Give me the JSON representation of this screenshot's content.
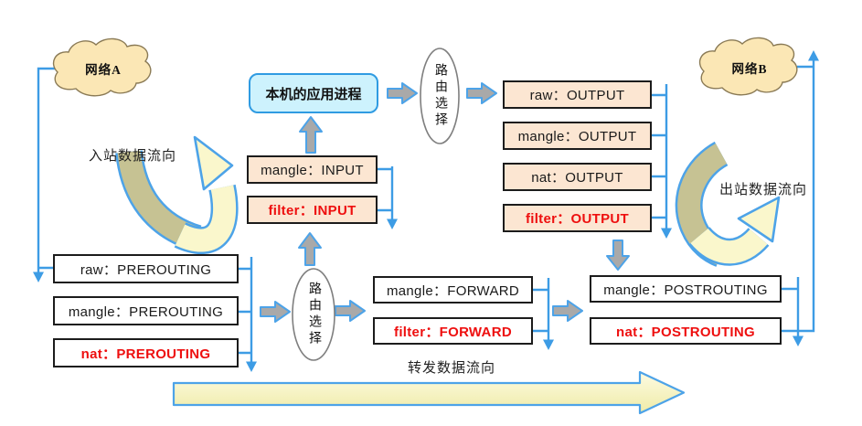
{
  "clouds": {
    "a": {
      "label": "网络A"
    },
    "b": {
      "label": "网络B"
    }
  },
  "process": {
    "label": "本机的应用进程"
  },
  "routing": {
    "top": "路由选择",
    "bottom": "路由选择"
  },
  "flows": {
    "inbound": "入站数据流向",
    "outbound": "出站数据流向",
    "forward": "转发数据流向"
  },
  "chains": {
    "input": [
      {
        "label": "mangle：INPUT"
      },
      {
        "label": "filter：INPUT"
      }
    ],
    "output": [
      {
        "label": "raw：OUTPUT"
      },
      {
        "label": "mangle：OUTPUT"
      },
      {
        "label": "nat：OUTPUT"
      },
      {
        "label": "filter：OUTPUT"
      }
    ],
    "prerouting": [
      {
        "label": "raw：PREROUTING"
      },
      {
        "label": "mangle：PREROUTING"
      },
      {
        "label": "nat：PREROUTING"
      }
    ],
    "forward": [
      {
        "label": "mangle：FORWARD"
      },
      {
        "label": "filter：FORWARD"
      }
    ],
    "postrouting": [
      {
        "label": "mangle：POSTROUTING"
      },
      {
        "label": "nat：POSTROUTING"
      }
    ]
  },
  "colors": {
    "line_blue": "#3d9ce5",
    "arrow_outline_blue": "#4da3e8",
    "block_arrow_gray": "#a9a9a9",
    "chain_peach": "#fce6d2",
    "process_cyan": "#cdf2fd",
    "red_text": "#ee0f0f",
    "cloud_fill": "#fbe7b5",
    "cloud_border": "#8a7a55",
    "swirl_khaki": "#c6c293",
    "swirl_yellow": "#faf7cc",
    "big_arrow_yellow": "#f5f2b8"
  }
}
